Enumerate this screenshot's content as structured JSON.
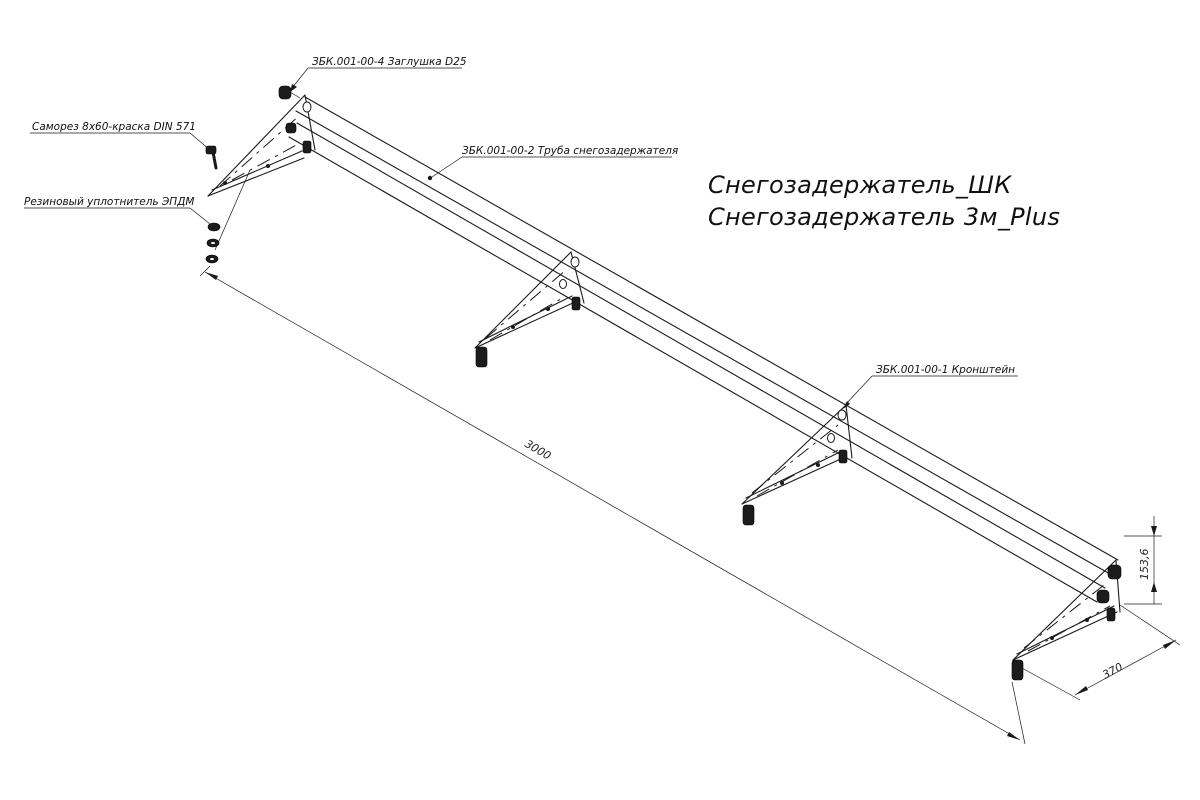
{
  "title": {
    "line1": "Снегозадержатель_ШК",
    "line2": "Снегозадержатель 3м_Plus"
  },
  "callouts": {
    "plug": "ЗБК.001-00-4 Заглушка D25",
    "screw": "Саморез 8х60-краска DIN 571",
    "seal": "Резиновый уплотнитель ЭПДМ",
    "tube": "ЗБК.001-00-2 Труба снегозадержателя",
    "bracket": "ЗБК.001-00-1 Кронштейн"
  },
  "dimensions": {
    "length": "3000",
    "depth": "370",
    "height": "153,6"
  }
}
